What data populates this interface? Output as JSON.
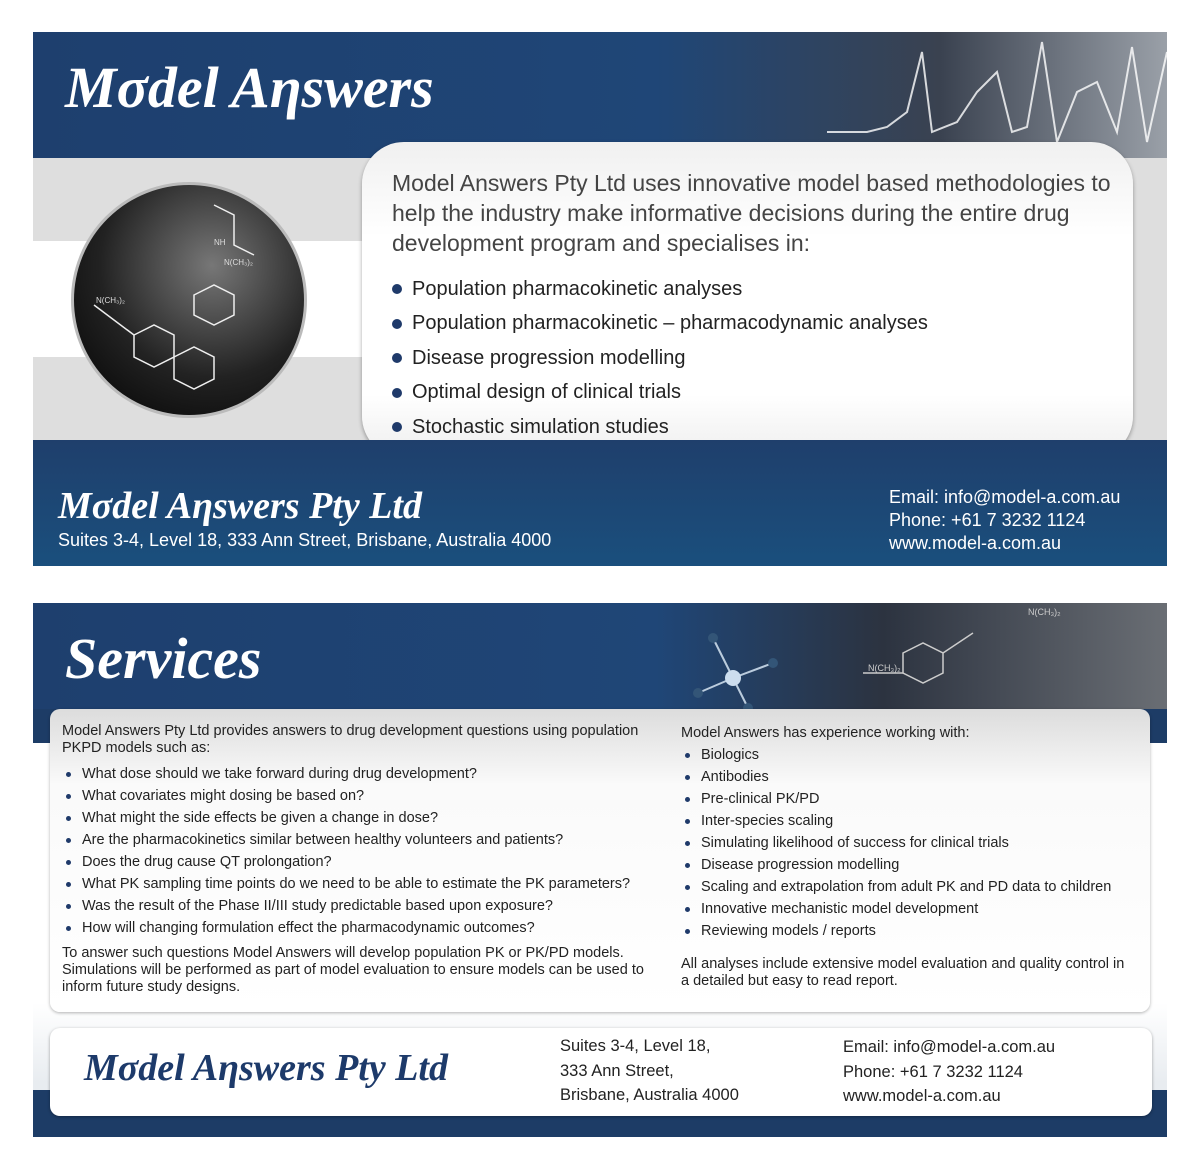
{
  "flyer": {
    "brand": "Mσdel Aηswers",
    "intro": "Model Answers Pty Ltd uses innovative model based methodologies to help the industry make informative decisions during the entire drug development program and specialises in:",
    "specialties": [
      "Population pharmacokinetic analyses",
      "Population pharmacokinetic – pharmacodynamic analyses",
      "Disease progression modelling",
      "Optimal design of clinical trials",
      "Stochastic simulation studies"
    ],
    "footer": {
      "company": "Mσdel Aηswers Pty Ltd",
      "address": "Suites 3-4, Level 18, 333 Ann Street, Brisbane, Australia 4000",
      "email": "Email: info@model-a.com.au",
      "phone": "Phone: +61 7 3232 1124",
      "web": "www.model-a.com.au"
    }
  },
  "services": {
    "title": "Services",
    "left_intro": "Model Answers Pty Ltd provides answers to drug development questions using population PKPD models such as:",
    "questions": [
      "What dose should we take forward during drug development?",
      "What covariates might dosing be based on?",
      "What might the side effects be given a change in dose?",
      "Are the pharmacokinetics similar between healthy volunteers and patients?",
      "Does the drug cause QT prolongation?",
      "What PK sampling time points do we need to be able to estimate the PK parameters?",
      "Was the result of the Phase II/III study predictable based upon exposure?",
      "How will changing formulation effect the pharmacodynamic outcomes?"
    ],
    "left_outro": "To answer such questions Model Answers will develop population PK or PK/PD models. Simulations will be performed as part of model evaluation to ensure models can be used to inform future study designs.",
    "right_intro": "Model Answers has experience working with:",
    "experience": [
      "Biologics",
      "Antibodies",
      "Pre-clinical PK/PD",
      "Inter-species scaling",
      "Simulating likelihood of success for clinical trials",
      "Disease progression modelling",
      "Scaling and extrapolation from adult PK and PD data to children",
      "Innovative mechanistic model development",
      "Reviewing models / reports"
    ],
    "right_outro": "All analyses include extensive model evaluation and quality control in a detailed but easy to read report.",
    "footer": {
      "company": "Mσdel Aηswers Pty Ltd",
      "address": [
        "Suites 3-4, Level 18,",
        "333 Ann Street,",
        "Brisbane, Australia 4000"
      ],
      "email": "Email: info@model-a.com.au",
      "phone": "Phone: +61 7 3232 1124",
      "web": "www.model-a.com.au"
    }
  },
  "colors": {
    "navy": "#1f3f6c",
    "text_blue": "#1d3a6a"
  }
}
